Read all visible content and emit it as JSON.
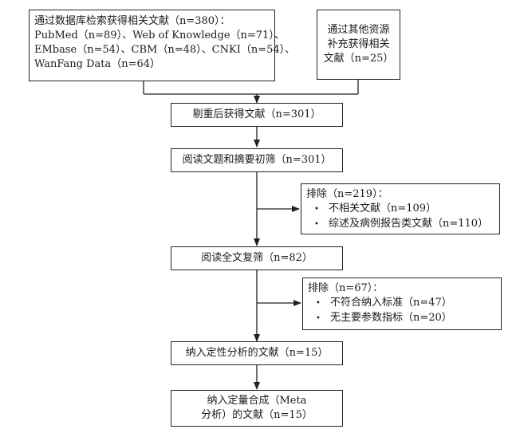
{
  "boxes": {
    "db_search": {
      "lines": [
        "通过数据库检索获得相关文献（n=380）：",
        "PubMed（n=89）、Web of Knowledge（n=71）、",
        "EMbase（n=54）、CBM（n=48）、CNKI（n=54）、",
        "WanFang Data（n=64）"
      ]
    },
    "other_sources": {
      "lines": [
        "通过其他资源",
        "补充获得相关",
        "文献（n=25）"
      ]
    },
    "dedup": {
      "text": "剔重后获得文献（n=301）"
    },
    "title_abstract": {
      "text": "阅读文题和摘要初筛（n=301）"
    },
    "exclusion1": {
      "title": "排除（n=219）：",
      "items": [
        "不相关文献（n=109）",
        "综述及病例报告类文献（n=110）"
      ]
    },
    "fulltext": {
      "text": "阅读全文复筛（n=82）"
    },
    "exclusion2": {
      "title": "排除（n=67）：",
      "items": [
        "不符合纳入标准（n=47）",
        "无主要参数指标（n=20）"
      ]
    },
    "qualitative": {
      "text": "纳入定性分析的文献（n=15）"
    },
    "quantitative": {
      "lines": [
        "纳入定量合成（Meta",
        "分析）的文献（n=15）"
      ]
    }
  }
}
